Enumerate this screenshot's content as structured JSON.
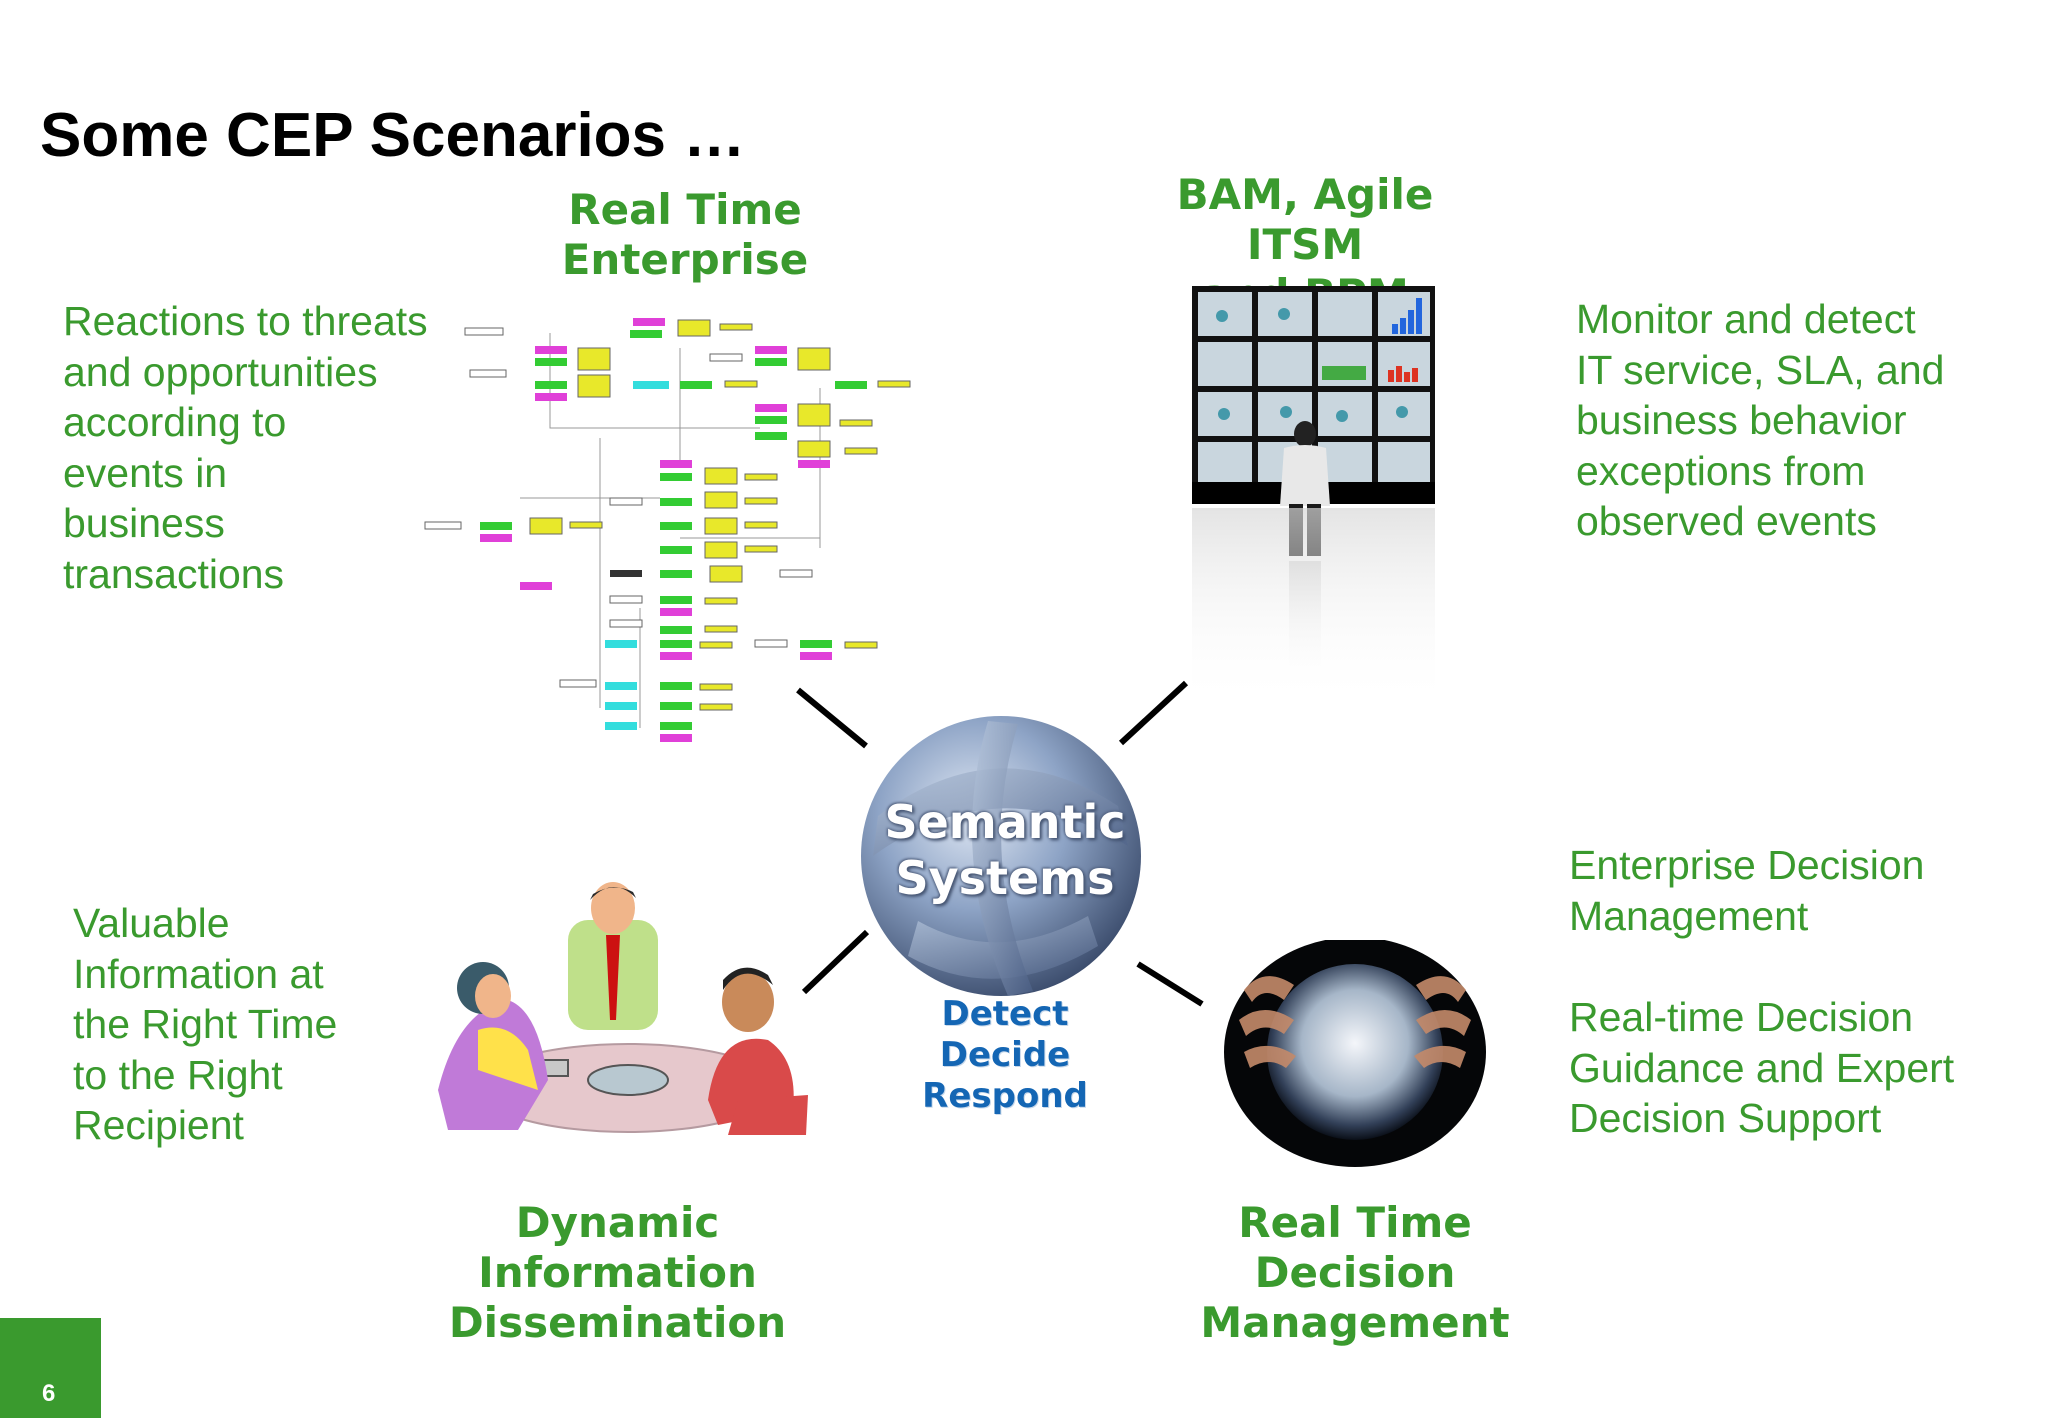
{
  "slide": {
    "title": "Some CEP Scenarios …",
    "page_number": "6"
  },
  "center": {
    "label": "Semantic\nSystems",
    "tagline": "Detect\nDecide\nRespond"
  },
  "quadrants": {
    "top_left": {
      "heading": "Real Time\nEnterprise",
      "description": "Reactions to threats\nand opportunities\naccording to\nevents in\nbusiness\ntransactions"
    },
    "top_right": {
      "heading": "BAM, Agile ITSM\nand BPM",
      "description": "Monitor and detect\nIT service, SLA, and\nbusiness behavior\nexceptions from\nobserved events"
    },
    "bottom_left": {
      "heading": "Dynamic\nInformation\nDissemination",
      "description": "Valuable\nInformation at\nthe Right Time\nto the Right\nRecipient"
    },
    "bottom_right": {
      "heading": "Real Time Decision\nManagement",
      "description_1": "Enterprise Decision\nManagement",
      "description_2": "Real-time Decision\nGuidance and Expert\nDecision Support"
    }
  },
  "colors": {
    "accent_green": "#3a9a2e",
    "accent_blue": "#1466b4"
  },
  "icons": [
    "event-network-diagram",
    "monitoring-wall-person",
    "meeting-people-clipart",
    "crystal-ball-hands",
    "semantic-sphere"
  ]
}
